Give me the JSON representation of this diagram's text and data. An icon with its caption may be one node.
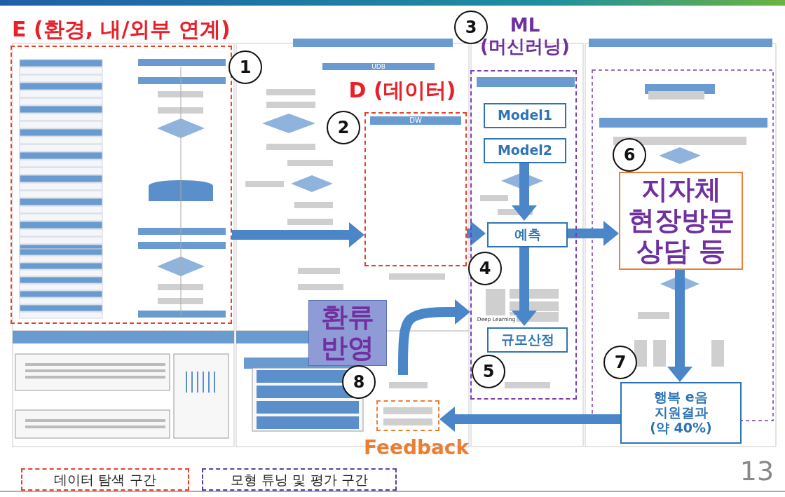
{
  "diagram": {
    "nodes": [
      {
        "text": [
          "E (환경, 내/외부 연계)"
        ]
      },
      {
        "text": [
          "D (데이터)",
          "DW"
        ]
      },
      {
        "text": [
          "ML (머신러닝)"
        ]
      },
      {
        "text": [
          "Model1"
        ],
        "in": 2
      },
      {
        "text": [
          "Model2"
        ],
        "in": 2
      },
      {
        "text": [
          "예측"
        ],
        "in": 2
      },
      {
        "text": [
          "규모산정"
        ],
        "in": 2
      },
      {
        "text": [
          "지자체 현장방문 상담 등"
        ]
      },
      {
        "text": [
          "행복 e음 지원결과 (약 40%)"
        ]
      },
      {
        "text": [
          "환류 반영"
        ]
      },
      {
        "text": [
          "Feedback"
        ]
      }
    ],
    "edges": [
      {
        "from": 0,
        "to": 1,
        "arrow": "to"
      },
      {
        "from": 1,
        "to": 5,
        "arrow": "to"
      },
      {
        "from": 4,
        "to": 5,
        "arrow": "to"
      },
      {
        "from": 5,
        "to": 6,
        "arrow": "to"
      },
      {
        "from": 5,
        "to": 7,
        "arrow": "to"
      },
      {
        "from": 7,
        "to": 8,
        "arrow": "to"
      },
      {
        "from": 8,
        "to": 10,
        "arrow": "to"
      },
      {
        "from": null,
        "to": 2,
        "arrow": "to"
      }
    ],
    "labels": [
      "3",
      "1",
      "UDB",
      "2",
      "6",
      "4",
      "Deep Learning",
      "5",
      "7",
      "8",
      "13"
    ],
    "legend": [
      {
        "text": "데이터 탐색 구간"
      },
      {
        "text": "모형 튜닝 및 평가 구간"
      }
    ]
  }
}
